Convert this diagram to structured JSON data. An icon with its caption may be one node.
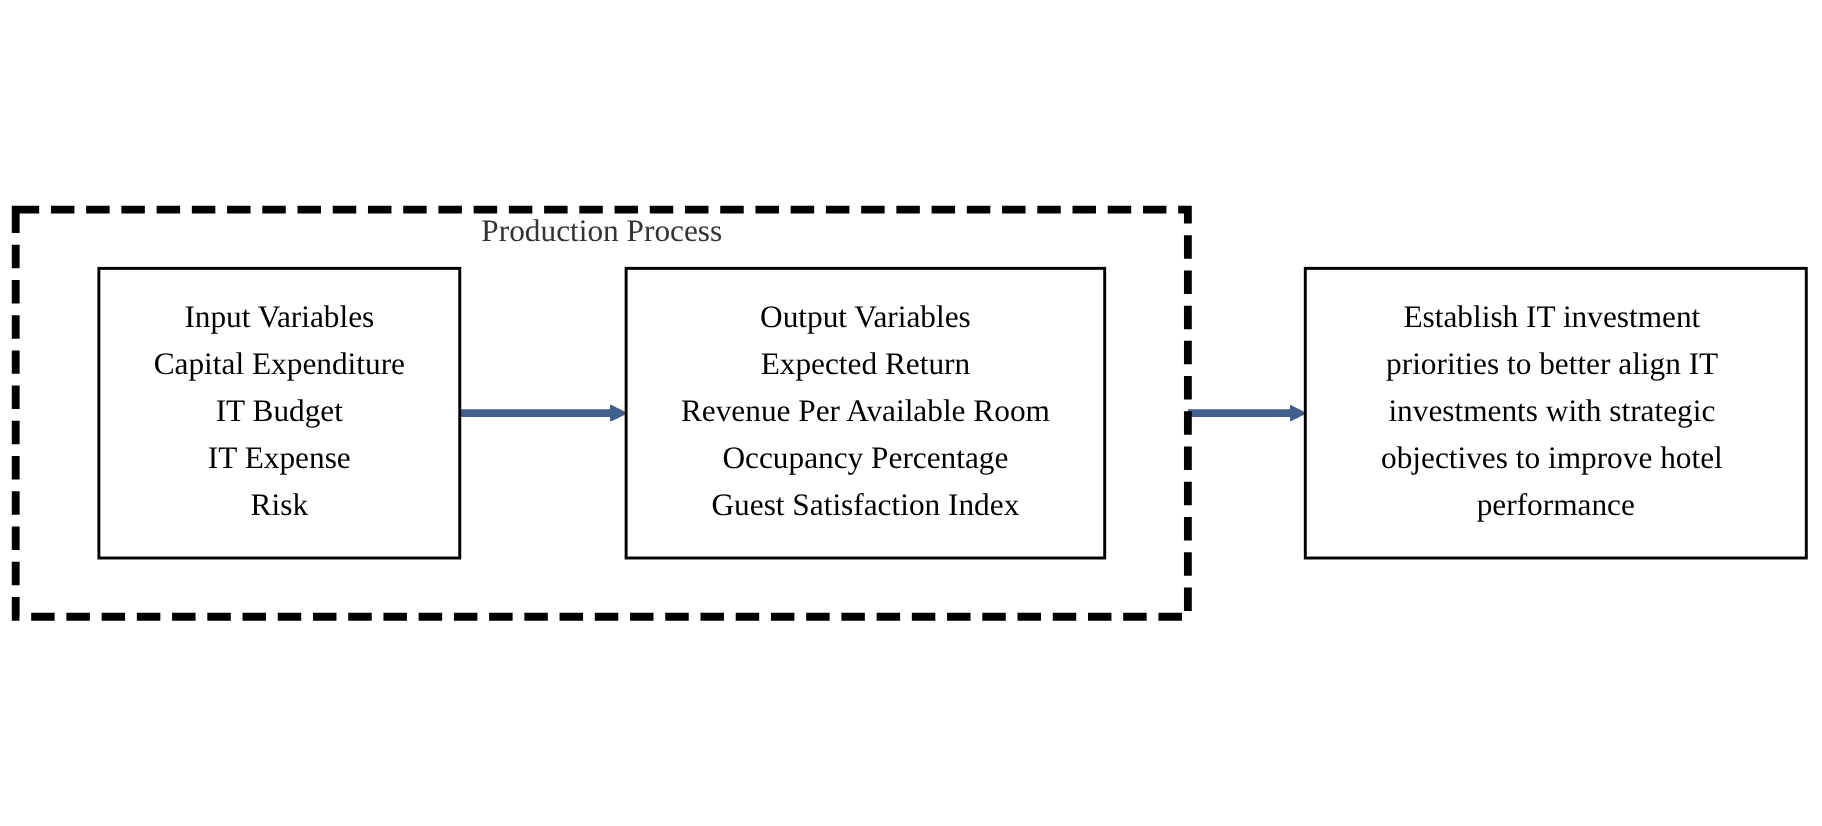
{
  "diagram": {
    "nodes": [
      {
        "text": [
          "Production Process"
        ]
      },
      {
        "text": [
          "Input Variables",
          "Capital Expenditure",
          "IT Budget",
          "IT Expense",
          "Risk"
        ],
        "in": 0
      },
      {
        "text": [
          "Output Variables",
          "Expected Return",
          "Revenue Per Available Room",
          "Occupancy Percentage",
          "Guest Satisfaction Index"
        ],
        "in": 0
      },
      {
        "text": [
          "Establish IT investment priorities to better align IT investments with strategic objectives to improve hotel performance"
        ]
      }
    ],
    "edges": [
      {
        "from": 1,
        "to": 2,
        "arrow": "to"
      },
      {
        "from": 0,
        "to": 3,
        "arrow": "to"
      }
    ]
  }
}
